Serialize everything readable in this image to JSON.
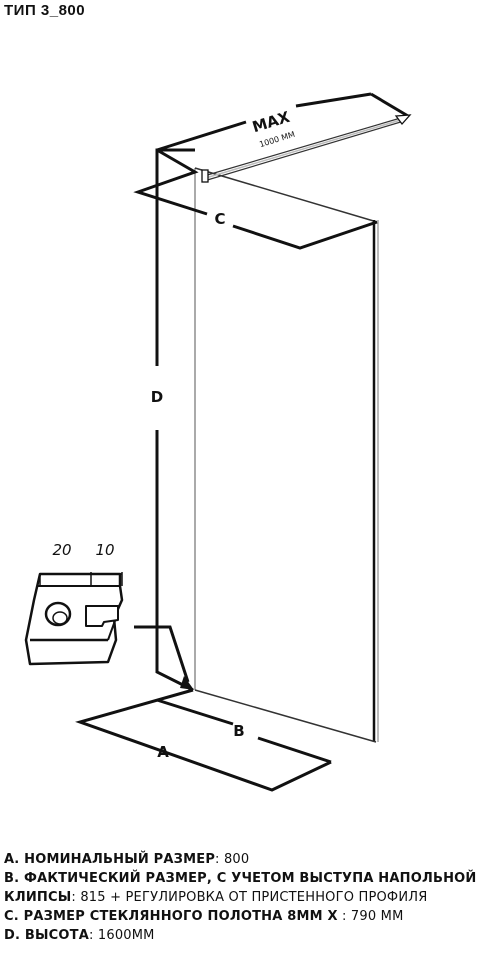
{
  "title": "ТИП 3_800",
  "diagram": {
    "max_label": "MAX",
    "max_value": "1000 MM",
    "label_a": "A",
    "label_b": "B",
    "label_c": "C",
    "label_d": "D",
    "clip_dim_left": "20",
    "clip_dim_right": "10"
  },
  "legend": {
    "a_key": "А. НОМИНАЛЬНЫЙ РАЗМЕР",
    "a_val": ": 800",
    "b_key_1": "В. ФАКТИЧЕСКИЙ РАЗМЕР, С УЧЕТОМ ВЫСТУПА НАПОЛЬНОЙ",
    "b_key_2": "КЛИПСЫ",
    "b_val": ": 815 + РЕГУЛИРОВКА ОТ ПРИСТЕННОГО ПРОФИЛЯ",
    "c_key": "С. РАЗМЕР СТЕКЛЯННОГО ПОЛОТНА 8ММ Х",
    "c_val": " : 790 ММ",
    "d_key": "D. ВЫСОТА",
    "d_val": ": 1600ММ"
  }
}
